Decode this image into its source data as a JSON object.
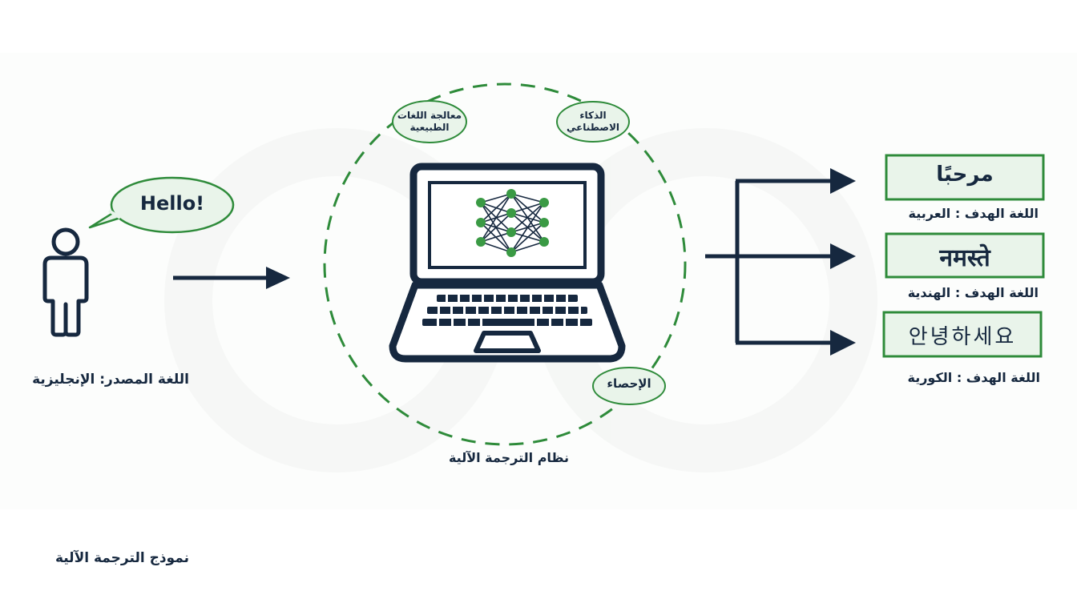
{
  "source": {
    "speech": "Hello!",
    "label": "اللغة المصدر: الإنجليزية"
  },
  "system": {
    "label": "نظام الترجمة الآلية",
    "tags": [
      {
        "line1": "معالجة اللغات",
        "line2": "الطبيعية"
      },
      {
        "line1": "الذكاء",
        "line2": "الاصطناعي"
      },
      {
        "line1": "الإحصاء",
        "line2": ""
      }
    ]
  },
  "targets": [
    {
      "text": "مرحبًا",
      "label": "اللغة الهدف : العربية"
    },
    {
      "text": "नमस्ते",
      "label": "اللغة الهدف : الهندية"
    },
    {
      "text": "안녕하세요",
      "label": "اللغة الهدف : الكورية"
    }
  ],
  "footer": {
    "title": "نموذج الترجمة الآلية"
  },
  "colors": {
    "navy": "#16283f",
    "green": "#2e8b3a",
    "light_green": "#e9f4ea",
    "node_green": "#3a9a44"
  }
}
